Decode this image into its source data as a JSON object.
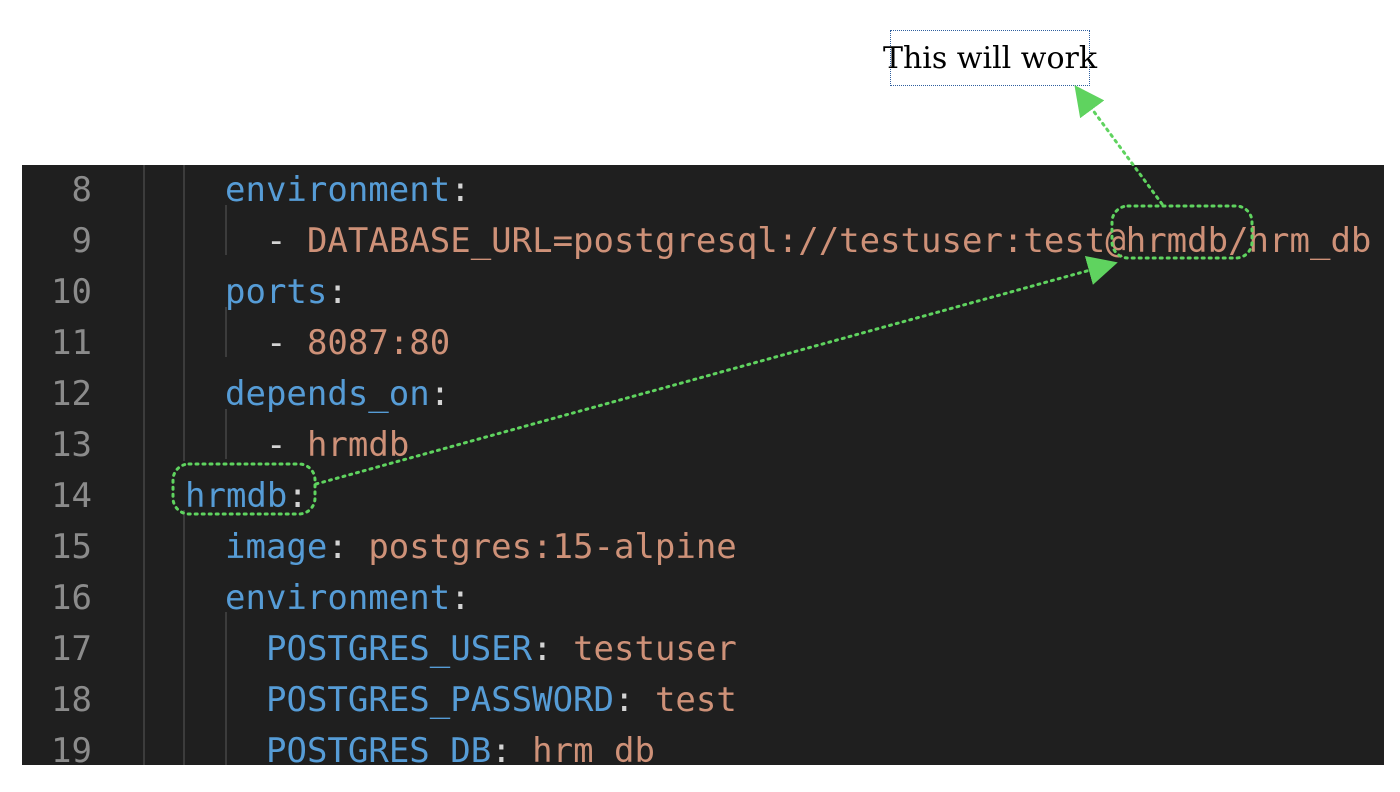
{
  "callout": {
    "text": "This will work"
  },
  "lines": [
    {
      "num": "8",
      "indent": 2,
      "dash": false,
      "key": "environment",
      "sep": ":",
      "value": ""
    },
    {
      "num": "9",
      "indent": 3,
      "dash": true,
      "key": "",
      "sep": "",
      "value": "DATABASE_URL=postgresql://testuser:test@hrmdb/hrm_db"
    },
    {
      "num": "10",
      "indent": 2,
      "dash": false,
      "key": "ports",
      "sep": ":",
      "value": ""
    },
    {
      "num": "11",
      "indent": 3,
      "dash": true,
      "key": "",
      "sep": "",
      "value": "8087:80"
    },
    {
      "num": "12",
      "indent": 2,
      "dash": false,
      "key": "depends_on",
      "sep": ":",
      "value": ""
    },
    {
      "num": "13",
      "indent": 3,
      "dash": true,
      "key": "",
      "sep": "",
      "value": "hrmdb"
    },
    {
      "num": "14",
      "indent": 1,
      "dash": false,
      "key": "hrmdb",
      "sep": ":",
      "value": ""
    },
    {
      "num": "15",
      "indent": 2,
      "dash": false,
      "key": "image",
      "sep": ": ",
      "value": "postgres:15-alpine"
    },
    {
      "num": "16",
      "indent": 2,
      "dash": false,
      "key": "environment",
      "sep": ":",
      "value": ""
    },
    {
      "num": "17",
      "indent": 3,
      "dash": false,
      "key": "POSTGRES_USER",
      "sep": ": ",
      "value": "testuser"
    },
    {
      "num": "18",
      "indent": 3,
      "dash": false,
      "key": "POSTGRES_PASSWORD",
      "sep": ": ",
      "value": "test"
    },
    {
      "num": "19",
      "indent": 3,
      "dash": false,
      "key": "POSTGRES_DB",
      "sep": ": ",
      "value": "hrm_db"
    }
  ],
  "colors": {
    "editor_bg": "#1f1f1f",
    "key": "#569cd6",
    "string": "#ce9178",
    "punctuation": "#d4d4d4",
    "line_number": "#8b8b8b",
    "annotation": "#5fd35f",
    "callout_border": "#2f5f9e"
  }
}
